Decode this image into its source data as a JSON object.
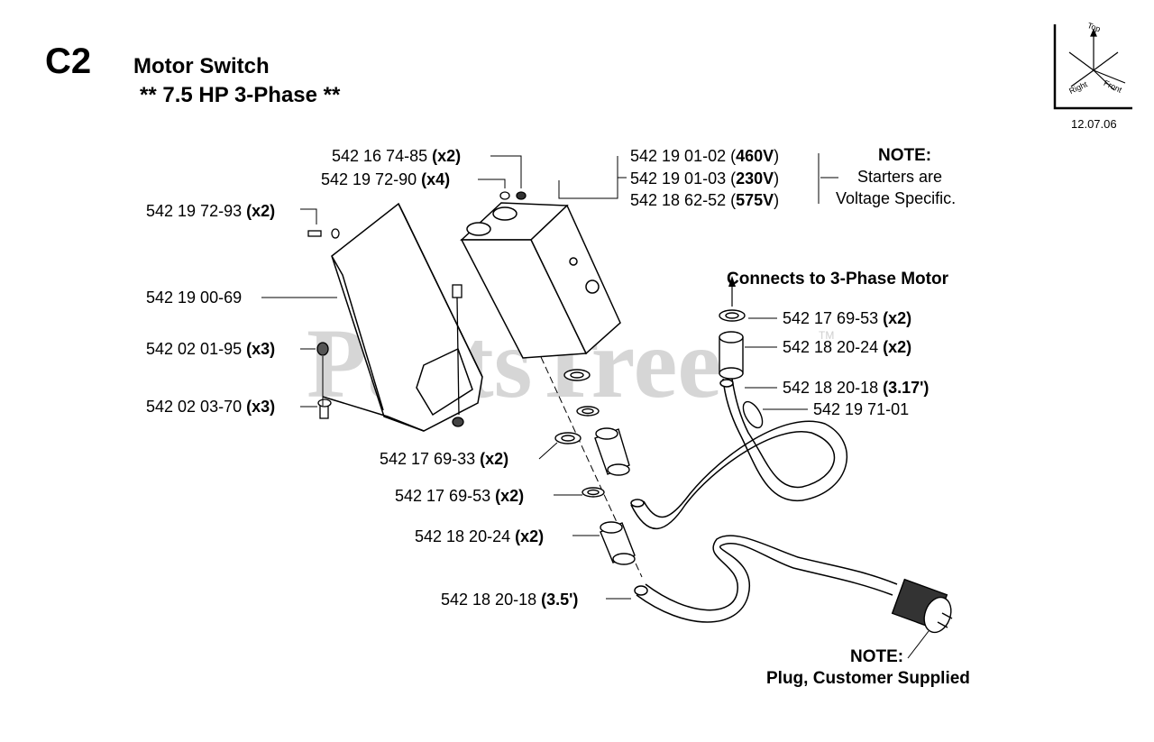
{
  "header": {
    "code": "C2",
    "title": "Motor Switch",
    "subtitle": "**  7.5 HP 3-Phase **",
    "date": "12.07.06"
  },
  "orientation": {
    "top": "Top",
    "right": "Right",
    "front": "Front"
  },
  "watermark": "PartsTree",
  "watermark_tm": "TM",
  "parts": [
    {
      "num": "542 16 74-85",
      "qty": "(x2)"
    },
    {
      "num": "542 19 72-90",
      "qty": "(x4)"
    },
    {
      "num": "542 19 72-93",
      "qty": "(x2)"
    },
    {
      "num": "542 19 00-69",
      "qty": ""
    },
    {
      "num": "542 02 01-95",
      "qty": "(x3)"
    },
    {
      "num": "542 02 03-70",
      "qty": "(x3)"
    },
    {
      "num": "542 17 69-33",
      "qty": "(x2)"
    },
    {
      "num": "542 17 69-53",
      "qty": "(x2)"
    },
    {
      "num": "542 18 20-24",
      "qty": "(x2)"
    },
    {
      "num": "542 18 20-18",
      "qty": "(3.5')"
    },
    {
      "num": "542 17 69-53",
      "qty": "(x2)"
    },
    {
      "num": "542 18 20-24",
      "qty": "(x2)"
    },
    {
      "num": "542 18 20-18",
      "qty": "(3.17')"
    },
    {
      "num": "542 19 71-01",
      "qty": ""
    }
  ],
  "starters": [
    {
      "num": "542 19 01-02",
      "volt": "460V"
    },
    {
      "num": "542 19 01-03",
      "volt": "230V"
    },
    {
      "num": "542 18 62-52",
      "volt": "575V"
    }
  ],
  "starter_note": {
    "heading": "NOTE:",
    "line1": "Starters are",
    "line2": "Voltage Specific."
  },
  "motor_label": "Connects to 3-Phase Motor",
  "plug_note": {
    "heading": "NOTE:",
    "text": "Plug, Customer Supplied"
  }
}
